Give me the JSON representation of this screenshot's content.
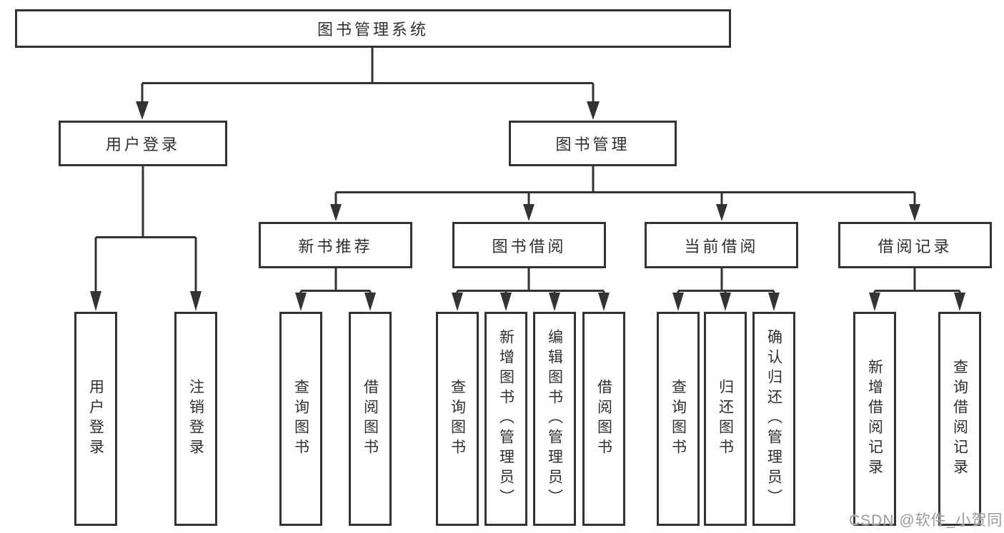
{
  "tree": {
    "root": {
      "label": "图书管理系统"
    },
    "login_branch": {
      "label": "用户登录",
      "leaves": [
        {
          "label": "用户登录"
        },
        {
          "label": "注销登录"
        }
      ]
    },
    "management_branch": {
      "label": "图书管理",
      "groups": [
        {
          "label": "新书推荐",
          "leaves": [
            {
              "label": "查询图书"
            },
            {
              "label": "借阅图书"
            }
          ]
        },
        {
          "label": "图书借阅",
          "leaves": [
            {
              "label": "查询图书"
            },
            {
              "label": "新增图书（管理员）"
            },
            {
              "label": "编辑图书（管理员）"
            },
            {
              "label": "借阅图书"
            }
          ]
        },
        {
          "label": "当前借阅",
          "leaves": [
            {
              "label": "查询图书"
            },
            {
              "label": "归还图书"
            },
            {
              "label": "确认归还（管理员）"
            }
          ]
        },
        {
          "label": "借阅记录",
          "leaves": [
            {
              "label": "新增借阅记录"
            },
            {
              "label": "查询借阅记录"
            }
          ]
        }
      ]
    }
  },
  "watermark": {
    "text": "CSDN @软件_小贺同学"
  },
  "colors": {
    "line": "#333333",
    "text": "#2f2f2f",
    "watermark": "#9a9a9a",
    "background": "#ffffff"
  }
}
